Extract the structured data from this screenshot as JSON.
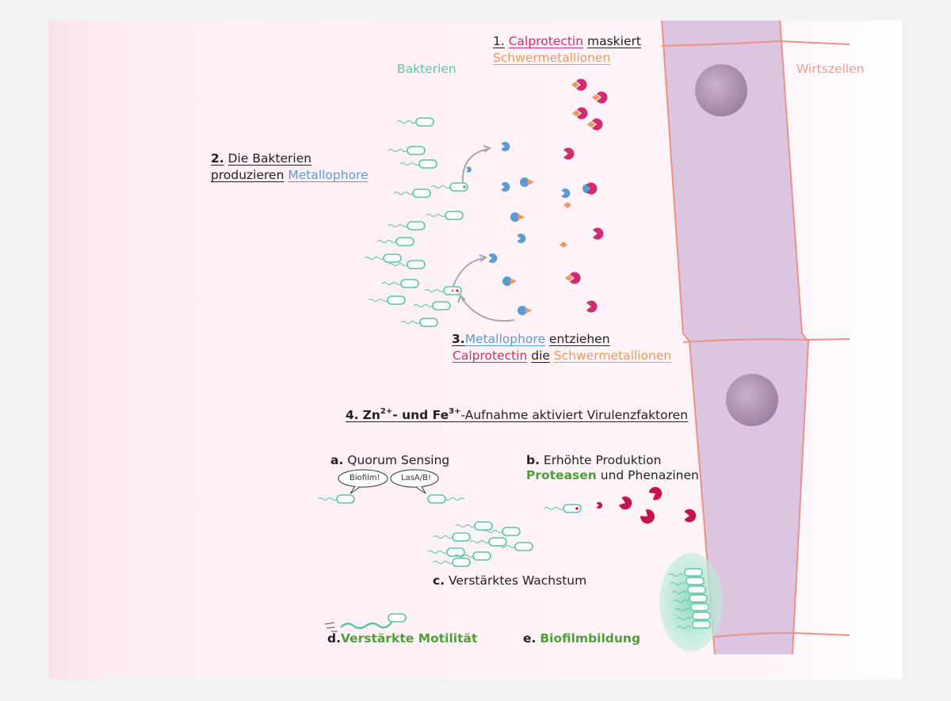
{
  "labels": {
    "bacteria": "Bakterien",
    "host_cells": "Wirtszellen"
  },
  "step1": {
    "number": "1.",
    "calprotectin": "Calprotectin",
    "verb": "maskiert",
    "metals": "Schwermetallionen"
  },
  "step2": {
    "number": "2.",
    "line1": "Die Bakterien",
    "line2_prefix": "produzieren",
    "metallophore": "Metallophore"
  },
  "step3": {
    "number": "3.",
    "metallophore": "Metallophore",
    "verb": "entziehen",
    "calprotectin": "Calprotectin",
    "article": "die",
    "metals": "Schwermetallionen"
  },
  "step4": {
    "number": "4.",
    "zn": "Zn",
    "zn_charge": "2+",
    "mid": "- und Fe",
    "fe_charge": "3+",
    "rest": "-Aufnahme aktiviert Virulenzfaktoren"
  },
  "factors": {
    "a": {
      "letter": "a.",
      "text": "Quorum Sensing",
      "bubble1": "Biofilm!",
      "bubble2": "LasA/B!"
    },
    "b": {
      "letter": "b.",
      "line1": "Erhöhte Produktion",
      "proteases": "Proteasen",
      "rest": "und Phenazinen"
    },
    "c": {
      "letter": "c.",
      "text": "Verstärktes Wachstum"
    },
    "d": {
      "letter": "d.",
      "text": "Verstärkte Motilität"
    },
    "e": {
      "letter": "e.",
      "text": "Biofilmbildung"
    }
  },
  "colors": {
    "bacteria": "#5cc3a6",
    "calprotectin": "#d32b6f",
    "metal_ion": "#e99a5d",
    "metallophore": "#5b9bd3",
    "host_cell": "#dbc5e0",
    "host_membrane": "#ef8f86",
    "nucleus": "#a88aaa",
    "protease": "#c4134f",
    "biofilm_matrix": "#9fe0c9"
  }
}
